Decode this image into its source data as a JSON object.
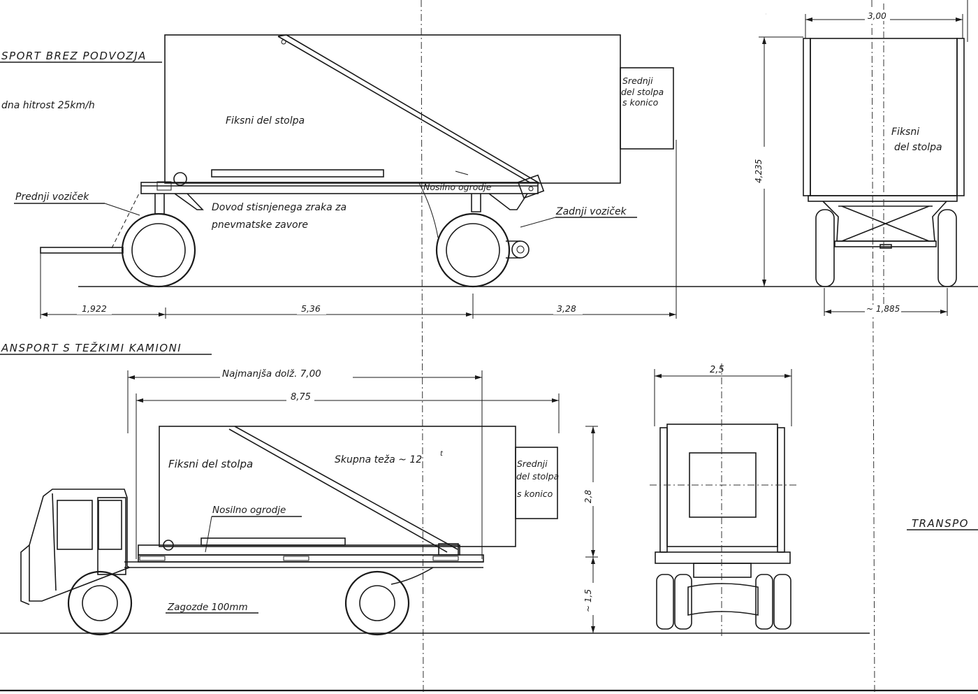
{
  "top_section": {
    "title": "SPORT  BREZ  PODVOZJA",
    "speed_note": "dna  hitrost  25km/h",
    "labels": {
      "fixed_part": "Fiksni  del stolpa",
      "middle_line1": "Srednji",
      "middle_line2": "del stolpa",
      "middle_line3": "s konico",
      "front_cart": "Prednji voziček",
      "rear_cart": "Zadnji voziček",
      "carrier": "Nosilno ogrodje",
      "air_line1": "Dovod  stisnjenega  zraka  za",
      "air_line2": "pnevmatske  zavore"
    },
    "dimensions": {
      "front": "1,922",
      "middle": "5,36",
      "rear": "3,28"
    }
  },
  "top_end_view": {
    "width_dim": "3,00",
    "height_dim": "4,235",
    "track_dim": "~ 1,885",
    "label_line1": "Fiksni",
    "label_line2": "del stolpa"
  },
  "bottom_section": {
    "title": "ANSPORT  S  TEŽKIMI  KAMIONI",
    "min_length": "Najmanjša dolž. 7,00",
    "total_length": "8,75",
    "labels": {
      "fixed_part": "Fiksni  del stolpa",
      "weight": "Skupna teža ~ 12",
      "weight_sup": "t",
      "middle_line1": "Srednji",
      "middle_line2": "del stolpa",
      "middle_line3": "s konico",
      "carrier": "Nosilno ogrodje",
      "wedges": "Zagozde 100mm"
    },
    "height_upper": "2,8",
    "height_lower": "~ 1,5"
  },
  "bottom_end_view": {
    "width_dim": "2,5"
  },
  "right_edge_title": "TRANSPO"
}
